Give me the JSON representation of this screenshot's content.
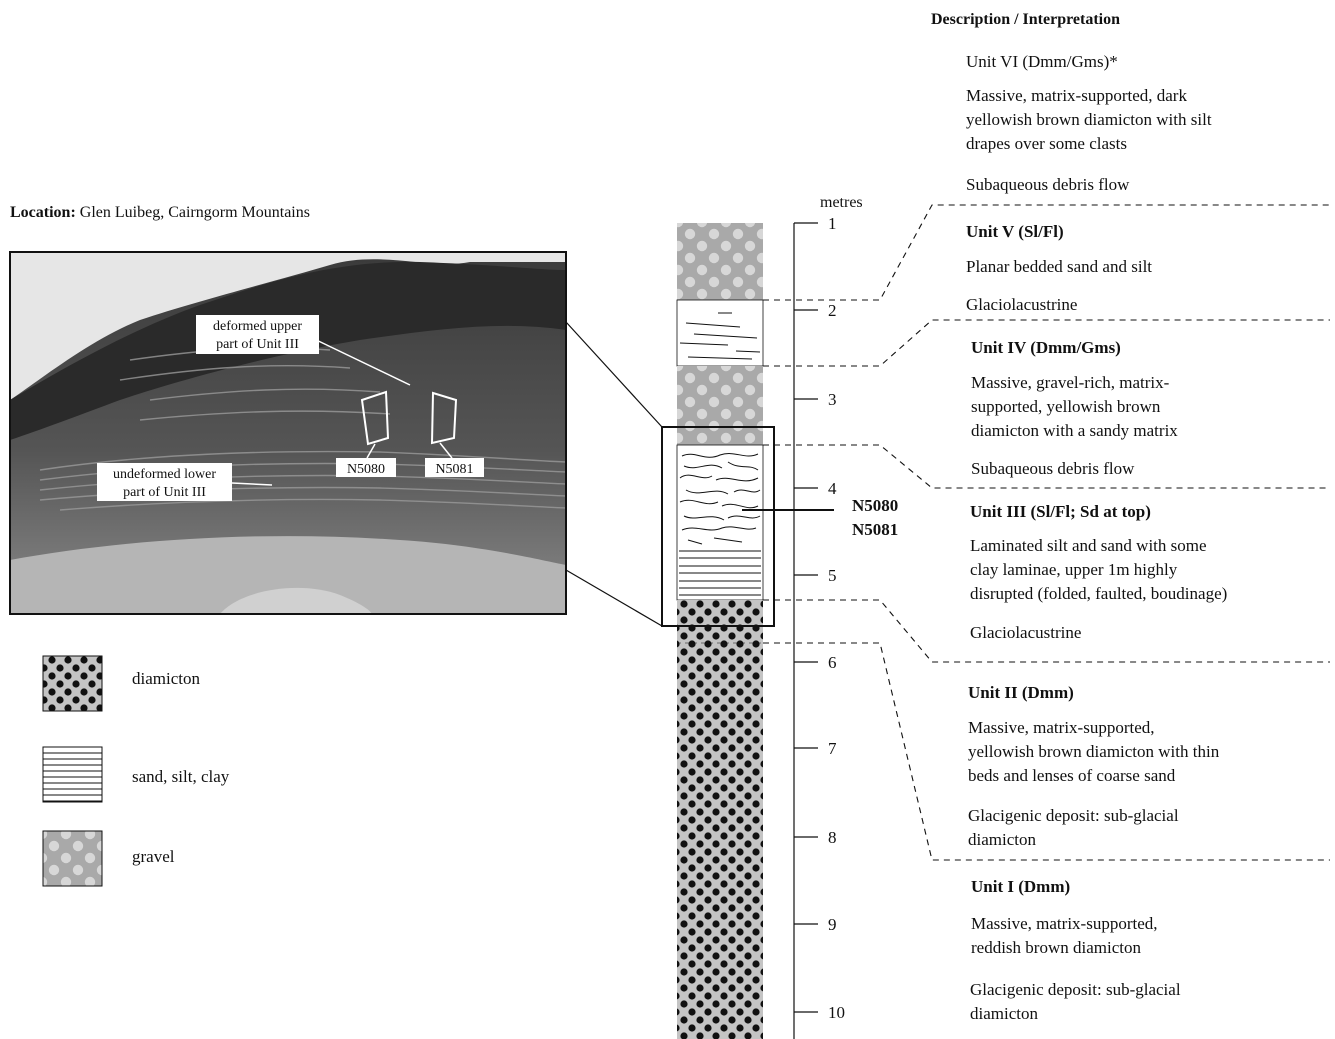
{
  "location": {
    "label": "Location:",
    "value": " Glen Luibeg, Cairngorm Mountains"
  },
  "photo": {
    "deformed_label": [
      "deformed upper",
      "part of Unit III"
    ],
    "undeformed_label": [
      "undeformed lower",
      "part of Unit III"
    ],
    "samples": [
      "N5080",
      "N5081"
    ]
  },
  "legend": {
    "diamicton": "diamicton",
    "sand": "sand, silt, clay",
    "gravel": "gravel"
  },
  "scale": {
    "unit": "metres",
    "ticks": [
      "1",
      "2",
      "3",
      "4",
      "5",
      "6",
      "7",
      "8",
      "9",
      "10"
    ]
  },
  "sample_callout": [
    "N5080",
    "N5081"
  ],
  "description": {
    "header": "Description / Interpretation",
    "unit6": {
      "title": "Unit VI (Dmm/Gms)*",
      "desc": [
        "Massive, matrix-supported, dark",
        "yellowish brown diamicton with silt",
        "drapes over some clasts"
      ],
      "interp": "Subaqueous debris flow"
    },
    "unit5": {
      "title": "Unit V (Sl/Fl)",
      "desc": [
        "Planar bedded sand and silt"
      ],
      "interp": "Glaciolacustrine"
    },
    "unit4": {
      "title": "Unit IV (Dmm/Gms)",
      "desc": [
        "Massive, gravel-rich, matrix-",
        "supported, yellowish brown",
        "diamicton with a sandy matrix"
      ],
      "interp": "Subaqueous debris flow"
    },
    "unit3": {
      "title": "Unit III (Sl/Fl; Sd at top)",
      "desc": [
        "Laminated silt and sand with some",
        "clay laminae, upper 1m highly",
        "disrupted (folded, faulted, boudinage)"
      ],
      "interp": "Glaciolacustrine"
    },
    "unit2": {
      "title": "Unit II (Dmm)",
      "desc": [
        "Massive, matrix-supported,",
        "yellowish brown diamicton with thin",
        "beds and lenses of coarse sand"
      ],
      "interp": [
        "Glacigenic deposit: sub-glacial",
        "diamicton"
      ]
    },
    "unit1": {
      "title": "Unit I (Dmm)",
      "desc": [
        "Massive, matrix-supported,",
        "reddish brown diamicton"
      ],
      "interp": [
        "Glacigenic deposit: sub-glacial",
        "diamicton"
      ]
    }
  }
}
